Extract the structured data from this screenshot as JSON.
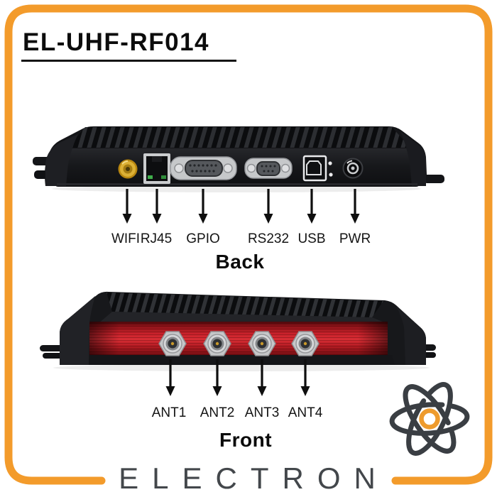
{
  "page": {
    "title": "EL-UHF-RF014",
    "brand_wordmark": "ELECTRON",
    "accent_color": "#F39B2B",
    "panel_red": "#C2202A",
    "text_dark": "#141414"
  },
  "back_view": {
    "caption": "Back",
    "port_labels": [
      "WIFI",
      "RJ45",
      "GPIO",
      "RS232",
      "USB",
      "PWR"
    ]
  },
  "front_view": {
    "caption": "Front",
    "port_labels": [
      "ANT1",
      "ANT2",
      "ANT3",
      "ANT4"
    ]
  },
  "logo": {
    "icon": "atom-icon"
  }
}
